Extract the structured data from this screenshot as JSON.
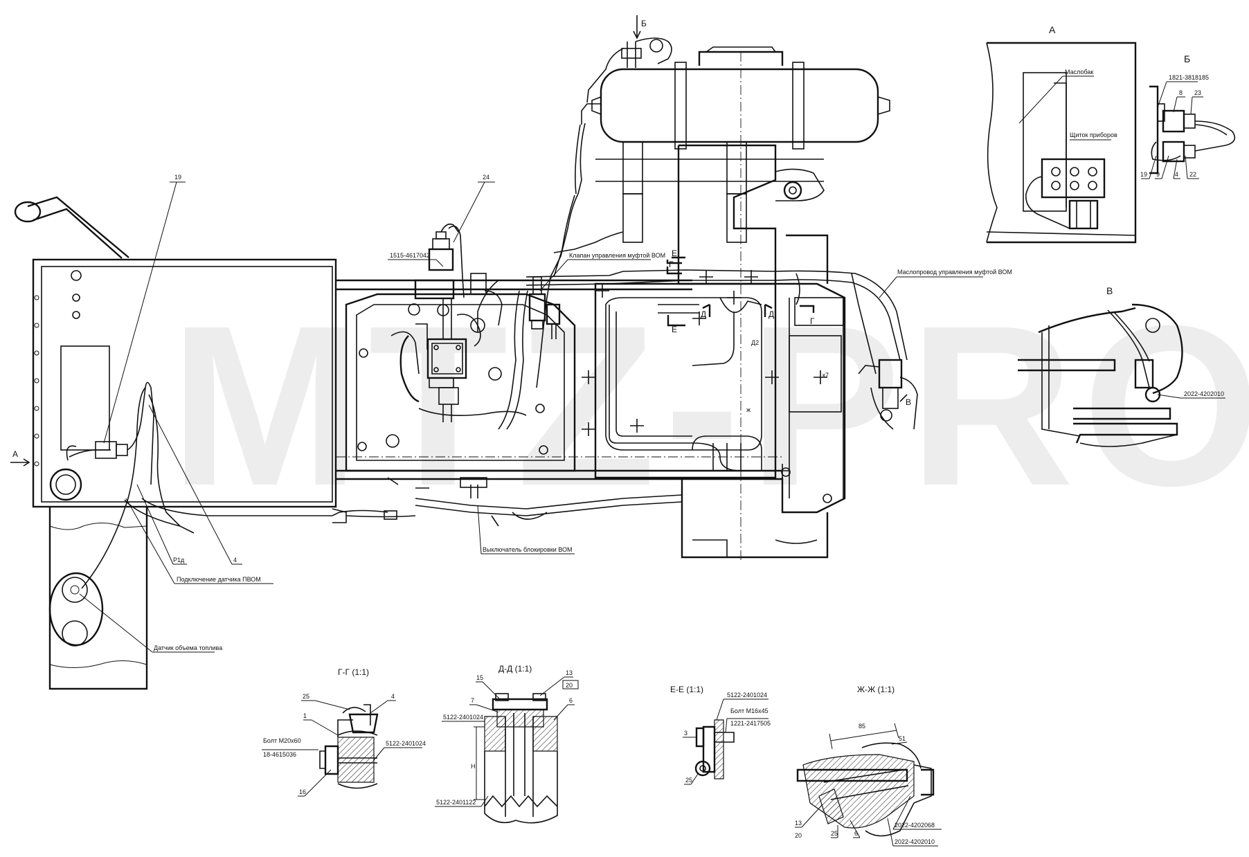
{
  "watermark": "MTZ-PRO",
  "views": {
    "A": "А",
    "B": "Б",
    "V": "В"
  },
  "sections": {
    "gg": "Г-Г (1:1)",
    "dd": "Д-Д (1:1)",
    "ee": "Е-Е (1:1)",
    "zhzh": "Ж-Ж (1:1)"
  },
  "callouts": {
    "pos19": "19",
    "pos24": "24",
    "pos4": "4",
    "r1d": "Р1д",
    "part1515": "1515-4617042",
    "d2": "Д2",
    "k7": "к7",
    "a": "А",
    "b": "Б",
    "v": "В",
    "g1": "Г",
    "g2": "Г",
    "d_left": "Д",
    "d_right": "Д",
    "e1": "Е",
    "e2": "Е",
    "zh": "ж",
    "part2022": "2022-4202010"
  },
  "notes": {
    "valve_coils": "Клапан управления муфтой ВОМ",
    "pto_sensor": "Подключение датчика ПВОМ",
    "fuel_sensor": "Датчик объема топлива",
    "pto_switch": "Выключатель блокировки ВОМ",
    "pto_pipe": "Маслопровод управления муфтой ВОМ",
    "dashboard": "Щиток приборов",
    "oil_tank": "Маслобак"
  },
  "view_b_labels": [
    "1821-3818185",
    "8",
    "23",
    "19",
    "9",
    "4",
    "22"
  ],
  "section_gg_labels": [
    "25",
    "4",
    "1",
    "Болт М20х60",
    "18-4615036",
    "5122-2401024",
    "16"
  ],
  "section_dd_labels": [
    "15",
    "13",
    "20",
    "7",
    "6",
    "5122-2401024",
    "Н",
    "5122-2401122"
  ],
  "section_ee_labels": [
    "5122-2401024",
    "Болт М16х45",
    "1221-2417505",
    "3",
    "25"
  ],
  "section_zhzh_labels": [
    "85",
    "51",
    "13",
    "20",
    "25",
    "6",
    "2022-4202068",
    "2022-4202010"
  ]
}
